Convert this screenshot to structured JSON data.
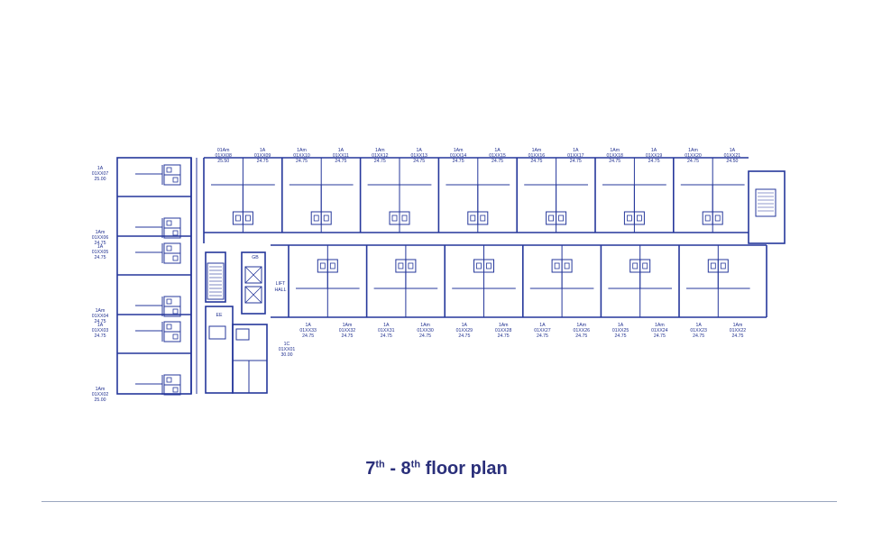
{
  "colors": {
    "line": "#25379b",
    "text": "#1f2f8f",
    "title": "#2a2f7a",
    "divider": "#9aa7bf"
  },
  "title": {
    "a": "7",
    "a_sup": "th",
    "dash": " - ",
    "b": "8",
    "b_sup": "th",
    "rest": " floor plan"
  },
  "rooms": {
    "lift_hall": [
      "LIFT",
      "HALL"
    ],
    "gb": "GB",
    "ee": "EE"
  },
  "west_units": [
    {
      "type": "1A",
      "code": "01XX07",
      "area": "25.00"
    },
    {
      "type": "1Am",
      "code": "01XX06",
      "area": "24.75"
    },
    {
      "type": "1A",
      "code": "01XX05",
      "area": "24.75"
    },
    {
      "type": "1Am",
      "code": "01XX04",
      "area": "24.75"
    },
    {
      "type": "1A",
      "code": "01XX03",
      "area": "24.75"
    },
    {
      "type": "1Am",
      "code": "01XX02",
      "area": "25.00"
    }
  ],
  "north_units": [
    {
      "type": "01Am",
      "code": "01XX08",
      "area": "25.50"
    },
    {
      "type": "1A",
      "code": "01XX09",
      "area": "24.75"
    },
    {
      "type": "1Am",
      "code": "01XX10",
      "area": "24.75"
    },
    {
      "type": "1A",
      "code": "01XX11",
      "area": "24.75"
    },
    {
      "type": "1Am",
      "code": "01XX12",
      "area": "24.75"
    },
    {
      "type": "1A",
      "code": "01XX13",
      "area": "24.75"
    },
    {
      "type": "1Am",
      "code": "01XX14",
      "area": "24.75"
    },
    {
      "type": "1A",
      "code": "01XX15",
      "area": "24.75"
    },
    {
      "type": "1Am",
      "code": "01XX16",
      "area": "24.75"
    },
    {
      "type": "1A",
      "code": "01XX17",
      "area": "24.75"
    },
    {
      "type": "1Am",
      "code": "01XX18",
      "area": "24.75"
    },
    {
      "type": "1A",
      "code": "01XX19",
      "area": "24.75"
    },
    {
      "type": "1Am",
      "code": "01XX20",
      "area": "24.75"
    },
    {
      "type": "1A",
      "code": "01XX21",
      "area": "24.50"
    }
  ],
  "south_units": [
    {
      "type": "1A",
      "code": "01XX33",
      "area": "24.75"
    },
    {
      "type": "1Am",
      "code": "01XX32",
      "area": "24.75"
    },
    {
      "type": "1A",
      "code": "01XX31",
      "area": "24.75"
    },
    {
      "type": "1Am",
      "code": "01XX30",
      "area": "24.75"
    },
    {
      "type": "1A",
      "code": "01XX29",
      "area": "24.75"
    },
    {
      "type": "1Am",
      "code": "01XX28",
      "area": "24.75"
    },
    {
      "type": "1A",
      "code": "01XX27",
      "area": "24.75"
    },
    {
      "type": "1Am",
      "code": "01XX26",
      "area": "24.75"
    },
    {
      "type": "1A",
      "code": "01XX25",
      "area": "24.75"
    },
    {
      "type": "1Am",
      "code": "01XX24",
      "area": "24.75"
    },
    {
      "type": "1A",
      "code": "01XX23",
      "area": "24.75"
    },
    {
      "type": "1Am",
      "code": "01XX22",
      "area": "24.75"
    }
  ],
  "corner_unit": {
    "type": "1C",
    "code": "01XX01",
    "area": "30.00"
  }
}
